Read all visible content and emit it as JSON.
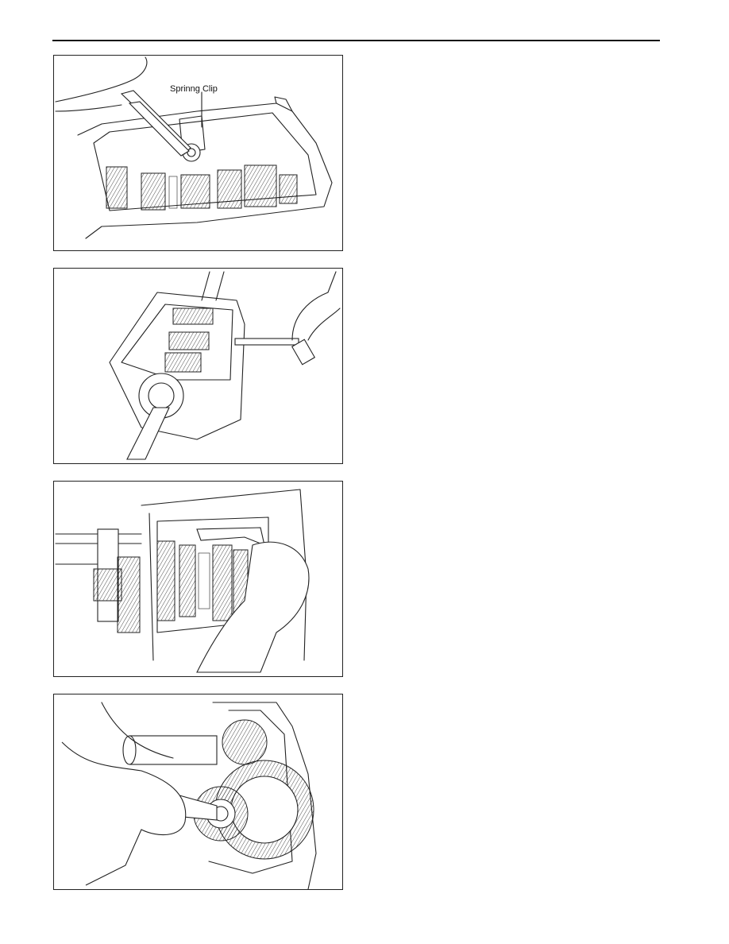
{
  "figures": [
    {
      "callout": "Sprinng Clip",
      "icon": "spring-clip-removal-illustration"
    },
    {
      "icon": "gear-shaft-extraction-illustration"
    },
    {
      "icon": "gear-cluster-measurement-illustration"
    },
    {
      "icon": "gear-nut-wrench-illustration"
    }
  ]
}
